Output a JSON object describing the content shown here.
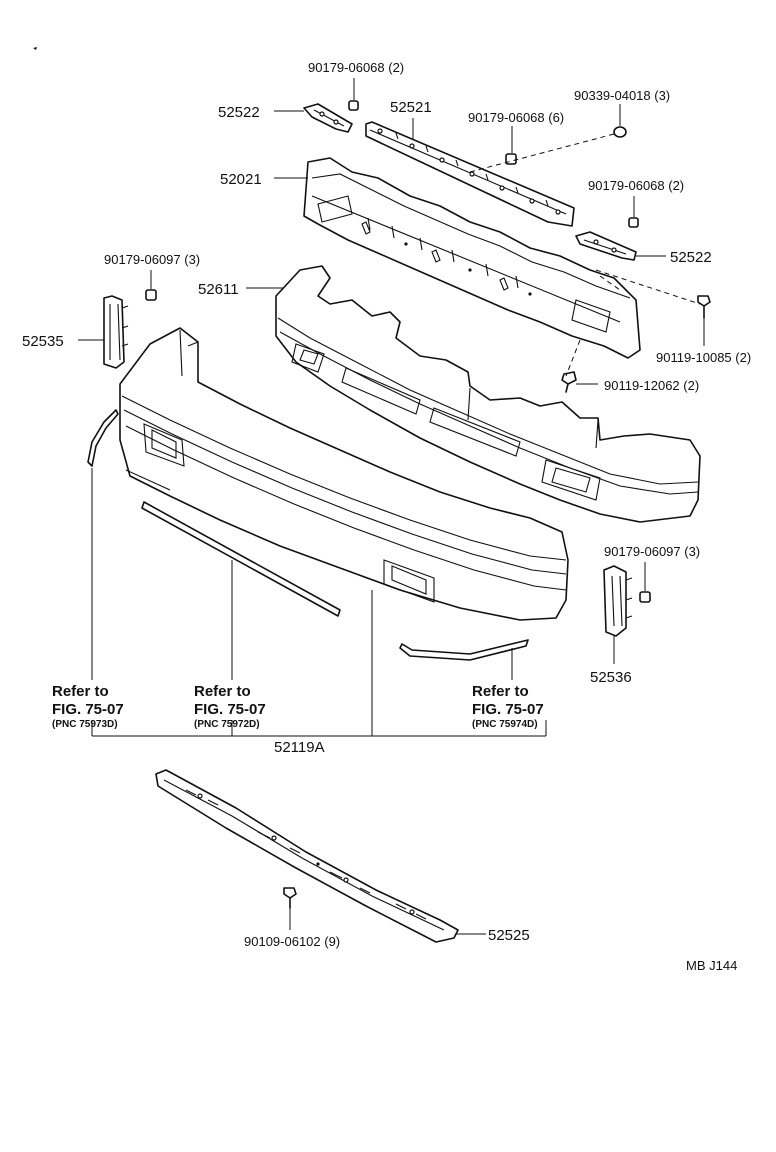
{
  "labels": {
    "p_90179_06068_top": "90179-06068 (2)",
    "p_52522_left": "52522",
    "p_52521": "52521",
    "p_90339_04018": "90339-04018 (3)",
    "p_90179_06068_mid": "90179-06068 (6)",
    "p_52021": "52021",
    "p_90179_06068_right": "90179-06068 (2)",
    "p_52522_right": "52522",
    "p_90179_06097_left": "90179-06097 (3)",
    "p_52611": "52611",
    "p_52535": "52535",
    "p_90119_10085": "90119-10085 (2)",
    "p_90119_12062": "90119-12062 (2)",
    "p_90179_06097_right": "90179-06097 (3)",
    "p_52536": "52536",
    "p_52119A": "52119A",
    "p_52525": "52525",
    "p_90109_06102": "90109-06102 (9)",
    "code": "MB  J144"
  },
  "refs": [
    {
      "line1": "Refer to",
      "line2": "FIG. 75-07",
      "pnc": "(PNC 75973D)"
    },
    {
      "line1": "Refer to",
      "line2": "FIG. 75-07",
      "pnc": "(PNC 75972D)"
    },
    {
      "line1": "Refer to",
      "line2": "FIG. 75-07",
      "pnc": "(PNC 75974D)"
    }
  ]
}
